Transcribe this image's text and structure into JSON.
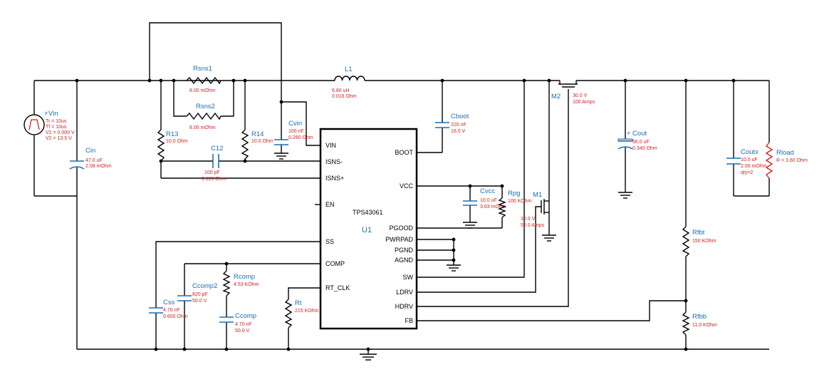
{
  "ic": {
    "ref": "U1",
    "part": "TPS43061",
    "pins_left": [
      "VIN",
      "ISNS-",
      "ISNS+",
      "EN",
      "SS",
      "COMP",
      "RT_CLK"
    ],
    "pins_right": [
      "BOOT",
      "VCC",
      "PGOOD",
      "PWRPAD",
      "PGND",
      "AGND",
      "SW",
      "LDRV",
      "HDRV",
      "FB"
    ]
  },
  "components": {
    "vin": {
      "ref": "Vin",
      "sign": "+",
      "values": [
        "Tr = 10us",
        "Tf = 10us",
        "V1 = 0.000 V",
        "V2 = 13.5 V"
      ]
    },
    "cin": {
      "ref": "Cin",
      "values": [
        "47.0 uF",
        "2.08 mOhm"
      ]
    },
    "rsns1": {
      "ref": "Rsns1",
      "values": [
        "8.00 mOhm"
      ]
    },
    "rsns2": {
      "ref": "Rsns2",
      "values": [
        "8.00 mOhm"
      ]
    },
    "r13": {
      "ref": "R13",
      "values": [
        "10.0 Ohm"
      ]
    },
    "r14": {
      "ref": "R14",
      "values": [
        "10.0 Ohm"
      ]
    },
    "c12": {
      "ref": "C12",
      "values": [
        "100 pF",
        "0.119 Ohm"
      ]
    },
    "cvin": {
      "ref": "Cvin",
      "values": [
        "100 nF",
        "0.280 Ohm"
      ]
    },
    "l1": {
      "ref": "L1",
      "values": [
        "6.80 uH",
        "0.016 Ohm"
      ]
    },
    "cboot": {
      "ref": "Cboot",
      "values": [
        "220 nF",
        "16.0 V"
      ]
    },
    "cvcc": {
      "ref": "Cvcc",
      "values": [
        "10.0 uF",
        "3.63 mOhm"
      ]
    },
    "rpg": {
      "ref": "Rpg",
      "values": [
        "100 KOhm"
      ]
    },
    "m1": {
      "ref": "M1",
      "values": [
        "30.0 V",
        "50.0 Amps"
      ]
    },
    "m2": {
      "ref": "M2",
      "values": [
        "30.0 V",
        "100 Amps"
      ]
    },
    "cout": {
      "ref": "Cout",
      "sign": "+",
      "values": [
        "56.0 uF",
        "0.340 Ohm"
      ]
    },
    "coutx": {
      "ref": "Coutx",
      "values": [
        "10.0 uF",
        "2.00 mOhm",
        "qty=2"
      ]
    },
    "rload": {
      "ref": "Rload",
      "values": [
        "R = 3.60 Ohm"
      ]
    },
    "rfbt": {
      "ref": "Rfbt",
      "values": [
        "150 KOhm"
      ]
    },
    "rfbb": {
      "ref": "Rfbb",
      "values": [
        "11.0 KOhm"
      ]
    },
    "css": {
      "ref": "Css",
      "values": [
        "4.70 nF",
        "0.600 Ohm"
      ]
    },
    "ccomp2": {
      "ref": "Ccomp2",
      "values": [
        "820 pF",
        "50.0 V"
      ]
    },
    "rcomp": {
      "ref": "Rcomp",
      "values": [
        "4.53 KOhm"
      ]
    },
    "ccomp": {
      "ref": "Ccomp",
      "values": [
        "4.70 nF",
        "50.0 V"
      ]
    },
    "rt": {
      "ref": "Rt",
      "values": [
        "215 KOhm"
      ]
    }
  }
}
